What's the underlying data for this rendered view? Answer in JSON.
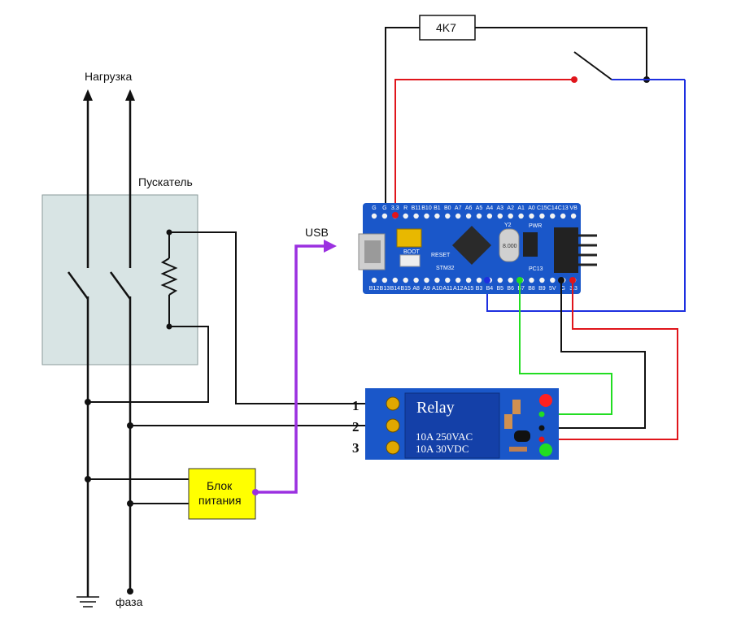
{
  "labels": {
    "load": "Нагрузка",
    "starter": "Пускатель",
    "usb": "USB",
    "phase": "фаза",
    "resistor": "4K7"
  },
  "psu": {
    "line1": "Блок",
    "line2": "питания"
  },
  "relay": {
    "title": "Relay",
    "spec1": "10A 250VAC",
    "spec2": "10A 30VDC",
    "terminals": [
      "1",
      "2",
      "3"
    ]
  },
  "board": {
    "top_pins": [
      "G",
      "G",
      "3.3",
      "R",
      "B11",
      "B10",
      "B1",
      "B0",
      "A7",
      "A6",
      "A5",
      "A4",
      "A3",
      "A2",
      "A1",
      "A0",
      "C15",
      "C14",
      "C13",
      "VB"
    ],
    "bottom_pins": [
      "B12",
      "B13",
      "B14",
      "B15",
      "A8",
      "A9",
      "A10",
      "A11",
      "A12",
      "A15",
      "B3",
      "B4",
      "B5",
      "B6",
      "B7",
      "B8",
      "B9",
      "5V",
      "G",
      "3.3"
    ],
    "markings": [
      "STM32",
      "RESET",
      "BOOT",
      "8.000",
      "PWR",
      "PC13",
      "Y2"
    ]
  },
  "colors": {
    "wire_black": "#111111",
    "wire_red": "#e0151b",
    "wire_blue": "#1d2fe0",
    "wire_green": "#22dd22",
    "wire_purple": "#9b30e0",
    "board": "#1a57c9",
    "relay": "#1a57c9",
    "psu": "#ffff00",
    "starter_bg": "#d8e4e4"
  }
}
